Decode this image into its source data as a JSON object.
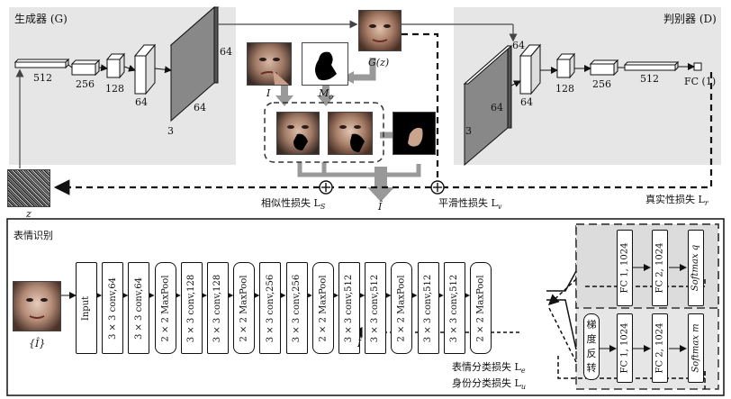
{
  "generator": {
    "title": "生成器 (G)",
    "dims": [
      "512",
      "256",
      "128",
      "64",
      "64",
      "64",
      "3"
    ]
  },
  "discriminator": {
    "title": "判别器 (D)",
    "dims": [
      "64",
      "64",
      "3",
      "64",
      "128",
      "256",
      "512"
    ],
    "fc": "FC (1)"
  },
  "images": {
    "I": "I",
    "Mo": "M",
    "Mo_sub": "o",
    "Gz": "G(z)",
    "z": "z",
    "Ihat": "Î",
    "Ihat_set": "{Î}"
  },
  "losses": {
    "similarity": "相似性损失 L",
    "similarity_sub": "S",
    "smooth": "平滑性损失 L",
    "smooth_sub": "v",
    "real": "真实性损失 L",
    "real_sub": "r",
    "expression": "表情分类损失 L",
    "expression_sub": "e",
    "identity": "身份分类损失 L",
    "identity_sub": "u"
  },
  "recognition": {
    "title": "表情识别",
    "layers": [
      "Input",
      "3 × 3 conv,64",
      "3 × 3 conv,64",
      "2 × 2 MaxPool",
      "3 × 3 conv,128",
      "3 × 3 conv,128",
      "2 × 2 MaxPool",
      "3 × 3 conv,256",
      "3 × 3 conv,256",
      "2 × 2 MaxPool",
      "3 × 3 conv,512",
      "3 × 3 conv,512",
      "2 × 2 MaxPool",
      "3 × 3 conv,512",
      "3 × 3 conv,512",
      "2 × 2 MaxPool"
    ],
    "head_top": [
      "FC 1, 1024",
      "FC 2, 1024",
      "Softmax q"
    ],
    "head_bottom": [
      "梯度反转",
      "FC 1, 1024",
      "FC 2, 1024",
      "Softmax m"
    ],
    "grad_reverse_chars": [
      "梯",
      "度",
      "反",
      "转"
    ]
  }
}
